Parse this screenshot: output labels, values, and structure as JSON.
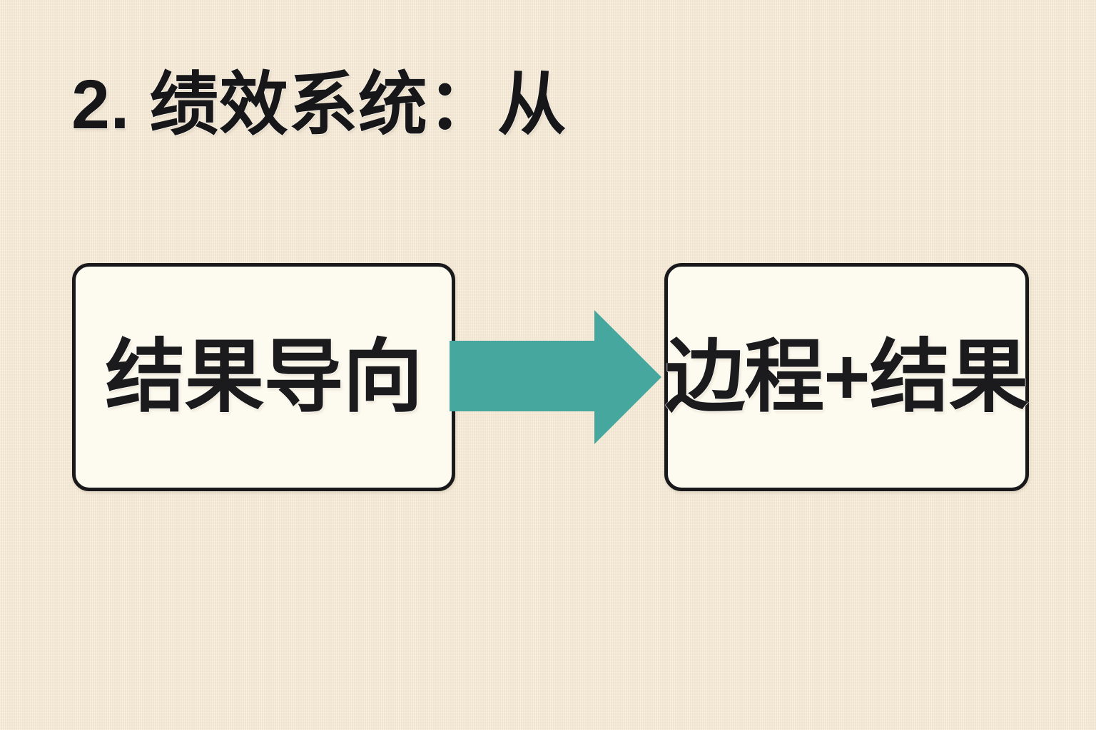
{
  "slide": {
    "title": "2. 绩效系统：从",
    "background_color": "#f6ead5"
  },
  "diagram": {
    "type": "flow",
    "accent_color": "#46a79f",
    "box_fill_color": "#fdfaef",
    "box_border_color": "#19191c",
    "text_color": "#1b1b1e",
    "nodes": [
      {
        "id": "from",
        "label": "结果导向",
        "position": "left"
      },
      {
        "id": "to",
        "label": "边程+结果",
        "position": "right"
      }
    ],
    "connector": {
      "icon": "right-arrow-icon",
      "from": "from",
      "to": "to",
      "color": "#46a79f",
      "direction": "right"
    }
  }
}
